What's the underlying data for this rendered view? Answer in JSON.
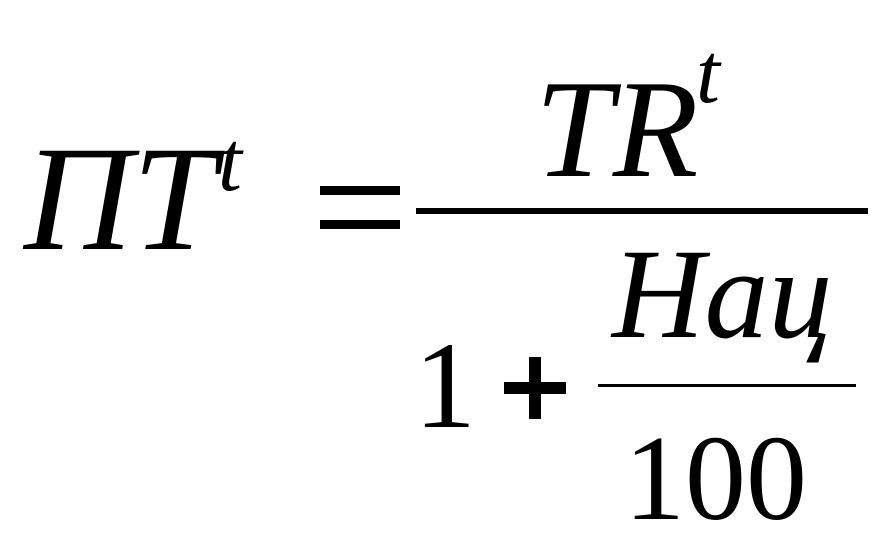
{
  "formula": {
    "lhs": {
      "base": "ПТ",
      "superscript": "t"
    },
    "operator": "=",
    "fraction": {
      "numerator": {
        "base": "TR",
        "superscript": "t"
      },
      "denominator": {
        "one": "1",
        "plus": "+",
        "inner_fraction": {
          "numerator": "Нац",
          "denominator": "100"
        }
      }
    }
  }
}
